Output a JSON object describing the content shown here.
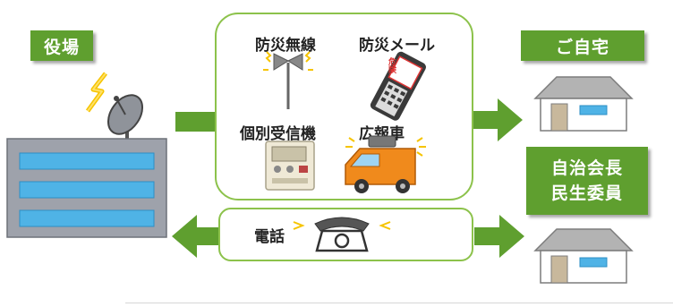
{
  "sender": {
    "label": "役場"
  },
  "broadcast_methods": [
    {
      "label": "防災無線",
      "icon": "loudspeaker-icon"
    },
    {
      "label": "防災メール",
      "icon": "mobile-phone-icon",
      "badge": "危険"
    },
    {
      "label": "個別受信機",
      "icon": "radio-receiver-icon"
    },
    {
      "label": "広報車",
      "icon": "pa-truck-icon"
    }
  ],
  "phone": {
    "label": "電話",
    "icon": "telephone-icon"
  },
  "recipients": [
    {
      "label": "ご自宅"
    },
    {
      "label_line1": "自治会長",
      "label_line2": "民生委員"
    }
  ],
  "colors": {
    "label_bg": "#5f9f2f",
    "arrow": "#5f9f2f",
    "panel_border": "#8cc24b",
    "building": "#9ea2ab",
    "window": "#4fb3e6",
    "house_wall": "#ffffff",
    "house_roof": "#b3b3b3",
    "truck": "#f08a1c"
  }
}
